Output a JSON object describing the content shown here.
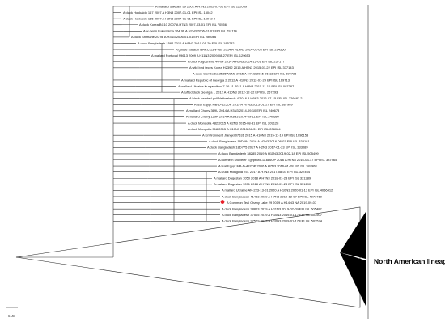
{
  "taxa": [
    "A mallard Sweden 99 2002 A H7N3 2002-01-01 EPI ISL 122039",
    "A duck Hokkaido 167 2007 A H3N3 2007-01-01 EPI ISL 15042",
    "A duck Hokkaido 165 2007 A H3N3 2007-01-01 EPI ISL 15042 2",
    "A duck Korea BC10 2007 A H7N3 2007-03-01 EPI ISL 70556",
    "A w-swan Fukushima 364 96 A H2N3 2006-01-01 EPI ISL 291114",
    "A duck Shimane 20 98 A H3N3 2006-01-01 EPI ISL 286066",
    "A duck Bangladesh 1584 2010 A H1N3 2010-01-20 EPI ISL 185782",
    "A goose Karachi NARC-13N-969 2014 A H14N3 2014-01-03 EPI ISL 294560",
    "A mallard Portugal 99613 2009 A H11N3 2009-08-27 EPI ISL 129653",
    "A duck Kagoshima 46-04 2014 A H5N3 2014-12-01 EPI ISL 237177",
    "A wild bird feces Korea H2392 2015 A H5N3 2015-01-22 EPI ISL 377143",
    "A duck Cambodia Z535W3M3 2015 A H7N3 2015-06-13 EPI ISL 399735",
    "A mallard Republic of Georgia 2 2012 A H10N3 2012-01-29 EPI ISL 169713",
    "A mallard Ukraine Kurgandkov-7-16-11 2011 A H3N3 2011-11-10 EPI ISL 097387",
    "A tufted duck Georgia 1 2012 A H10N3 2012-12-22 EPI ISL 267293",
    "A black-headed gull Netherlands 4 2016 A H6N3 2016-07-15 EPI ISL 326682 2",
    "A teal Egypt MB-D-125OP 2015 A H7N3 2015-01-27 EPI ISL 387909",
    "A mallard Chany 369U 2014 A H3N3 2014-09-10 EPI ISL 240673",
    "A mallard Chany 129K 2014 A H3N3 2014-09-11 EPI ISL 240680",
    "A duck Mongolia 482 2015 A H2N3 2015-08-31 EPI ISL 209128",
    "A duck Mongolia 518 2015 A H10N3 2015-08-31 EPI ISL 206084",
    "A Environment Jiangxi 07531 2015 A H10N3 2015-11-19 EPI ISL 1096153",
    "A duck Bangladesh 19D684 2016 A H2N3 2016-06-07 EPI ISL 333181",
    "A duck Bangladesh 18D775 2017 A H2N3 2017-01-23 EPI ISL 333089",
    "A duck Bangladesh 38285 2019 A H11N3 2019-02-18 EPI ISL 505499",
    "A northern shoveler Egypt MB-D-686OP 2016 A H7N3 2016-03-17 EPI ISL 387965",
    "A teal Egypt MB-D-487OP 2016 A H7N3 2016-01-28 EPI ISL 387968",
    "A Duck Mongolia 751 2017 A H7N3 2017-08-01 EPI ISL 327464",
    "A mallard Dagestan 1050 2018 A H7N3 2018-01-23 EPI ISL 331289",
    "A mallard Dagestan 1051 2018 A H7N3 2018-01-23 EPI ISL 331290",
    "A mallard Ukraine AN-223-13-01 2020 A H10N3 2020-01-13 EPI ISL 4056412",
    "A duck Bangladesh 41433 2019 A H7N3 2019-12-07 EPI ISL 4071719",
    "A Common Teal Chany Lake 29 2019 A H14N3 NA 2019-09-07",
    "A duck Bangladesh 38803 2019 A H11N3 2019-02-09 EPI ISL 505482",
    "A duck Bangladesh 37505 2019 A H10N3 2019-01-17 EPI ISL 503507",
    "A duck Bangladesh 37529 2019 A H10N3 2019-01-17 EPI ISL 503524"
  ],
  "highlighted_taxon_index": 32,
  "highlight_color": "#e8202a",
  "collapsed_clade_label": "North American lineage",
  "scale_bar_label": "0.05"
}
